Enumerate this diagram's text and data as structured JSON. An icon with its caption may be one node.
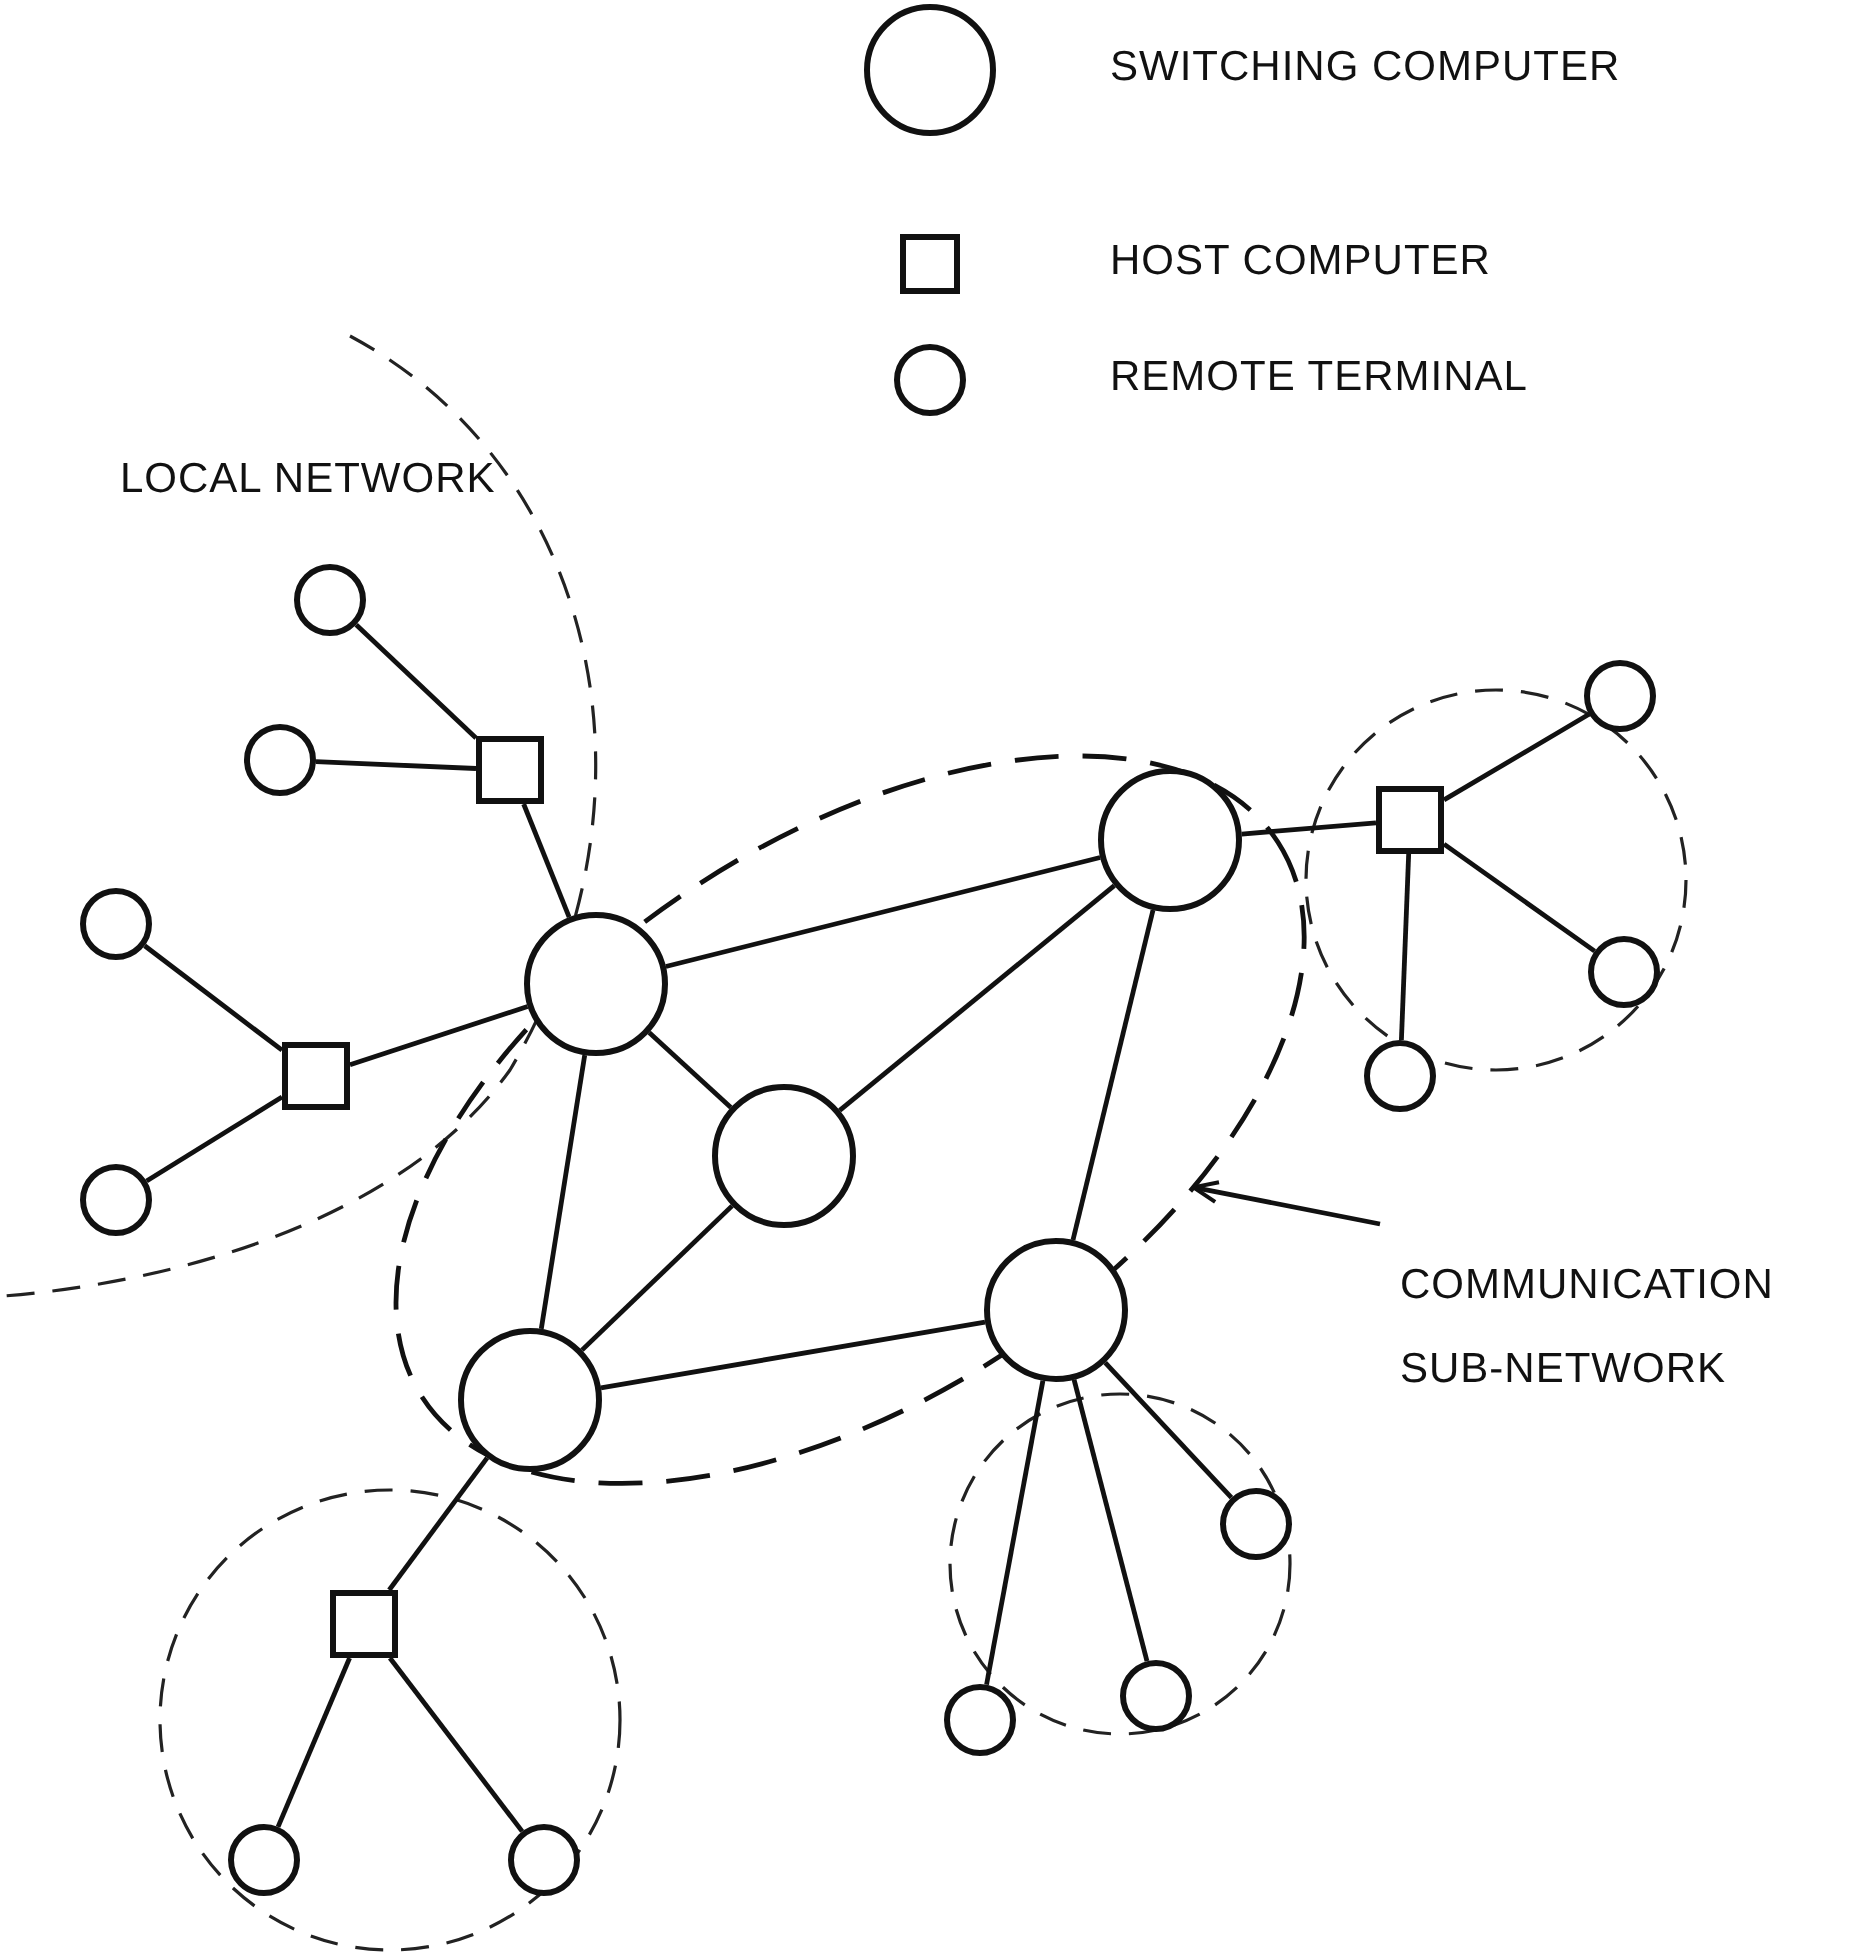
{
  "diagram": {
    "nodes": [
      {
        "text": [],
        "shape": "box"
      },
      {
        "text": [],
        "shape": "circle"
      },
      {
        "text": [],
        "shape": "circle"
      },
      {
        "text": [],
        "shape": "circle",
        "in": 13
      },
      {
        "text": [],
        "shape": "box"
      },
      {
        "text": [],
        "shape": "circle"
      },
      {
        "text": [],
        "shape": "circle"
      },
      {
        "text": [],
        "shape": "circle",
        "in": 13
      },
      {
        "text": [],
        "shape": "circle"
      },
      {
        "text": [],
        "shape": "box"
      },
      {
        "text": [],
        "shape": "circle"
      },
      {
        "text": [],
        "shape": "circle",
        "in": 13
      },
      {
        "text": [],
        "shape": "circle"
      },
      {
        "text": [],
        "shape": "ellipse"
      },
      {
        "text": [
          "COMMUNICATION SUB-NETWORK"
        ]
      },
      {
        "text": [],
        "shape": "circle",
        "in": 13
      },
      {
        "text": [],
        "shape": "circle",
        "in": 13
      },
      {
        "text": [],
        "shape": "circle"
      },
      {
        "text": [],
        "shape": "box"
      },
      {
        "text": [],
        "shape": "circle"
      },
      {
        "text": [],
        "shape": "circle"
      },
      {
        "text": [],
        "shape": "circle"
      },
      {
        "text": [],
        "shape": "circle"
      }
    ],
    "edges": [
      {
        "from": 0,
        "to": 1,
        "arrow": "none"
      },
      {
        "from": 0,
        "to": 2,
        "arrow": "none"
      },
      {
        "from": 0,
        "to": 7,
        "arrow": "none"
      },
      {
        "from": 9,
        "to": 6,
        "arrow": "none"
      },
      {
        "from": 9,
        "to": 12,
        "arrow": "none"
      },
      {
        "from": 9,
        "to": 7,
        "arrow": "none"
      },
      {
        "from": 7,
        "to": 3,
        "arrow": "none"
      },
      {
        "from": 7,
        "to": 11,
        "arrow": "none"
      },
      {
        "from": 7,
        "to": 16,
        "arrow": "none"
      },
      {
        "from": 11,
        "to": 3,
        "arrow": "none"
      },
      {
        "from": 11,
        "to": 16,
        "arrow": "none"
      },
      {
        "from": 16,
        "to": 15,
        "arrow": "none"
      },
      {
        "from": 15,
        "to": 3,
        "arrow": "none"
      },
      {
        "from": 3,
        "to": 4,
        "arrow": "none"
      },
      {
        "from": 4,
        "to": 5,
        "arrow": "none"
      },
      {
        "from": 4,
        "to": 8,
        "arrow": "none"
      },
      {
        "from": 4,
        "to": 10,
        "arrow": "none"
      },
      {
        "from": 16,
        "to": 18,
        "arrow": "none"
      },
      {
        "from": 18,
        "to": 21,
        "arrow": "none"
      },
      {
        "from": 18,
        "to": 22,
        "arrow": "none"
      },
      {
        "from": 15,
        "to": 19,
        "arrow": "none"
      },
      {
        "from": 15,
        "to": 20,
        "arrow": "none"
      },
      {
        "from": 15,
        "to": 17,
        "arrow": "none"
      },
      {
        "from": 14,
        "to": 13,
        "arrow": "to"
      }
    ],
    "labels": [
      "LOCAL NETWORK"
    ],
    "legend": [
      {
        "text": "SWITCHING COMPUTER"
      },
      {
        "text": "HOST COMPUTER"
      },
      {
        "text": "REMOTE TERMINAL"
      }
    ]
  }
}
